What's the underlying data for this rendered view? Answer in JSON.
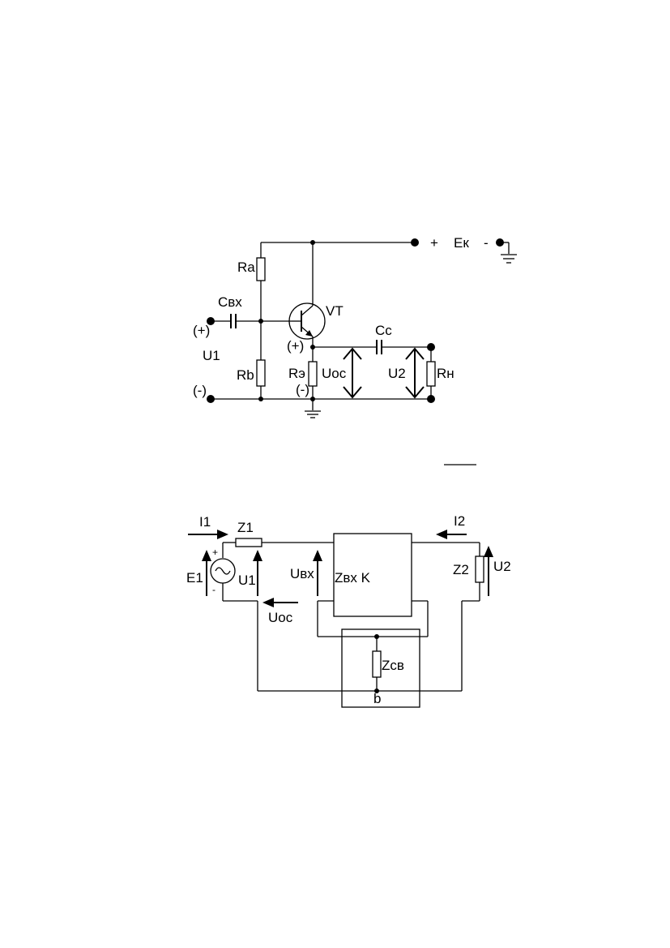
{
  "circuit_top": {
    "supply_plus": "+",
    "supply_label": "Eк",
    "supply_minus": "-",
    "ra": "Ra",
    "rb": "Rb",
    "c_in": "Cвх",
    "transistor": "VT",
    "c_out": "Cc",
    "re": "Rэ",
    "u_fb": "Uoc",
    "u2": "U2",
    "rload": "Rн",
    "u1": "U1",
    "in_plus": "(+)",
    "in_minus": "(-)",
    "emit_plus": "(+)",
    "emit_minus": "(-)"
  },
  "circuit_bottom": {
    "i1": "I1",
    "z1": "Z1",
    "e1": "E1",
    "u1": "U1",
    "src_plus": "+",
    "src_minus": "-",
    "u_in": "Uвх",
    "block": "Zвх  K",
    "u_fb": "Uoc",
    "i2": "I2",
    "z2": "Z2",
    "u2": "U2",
    "z_fb": "Zсв",
    "node_b": "b"
  }
}
